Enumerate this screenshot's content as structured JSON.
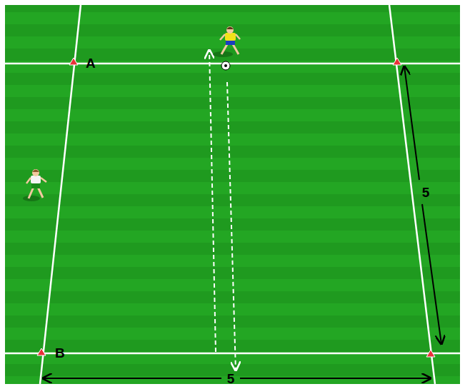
{
  "diagram": {
    "labels": [
      "A",
      "5",
      "B",
      "5"
    ]
  }
}
